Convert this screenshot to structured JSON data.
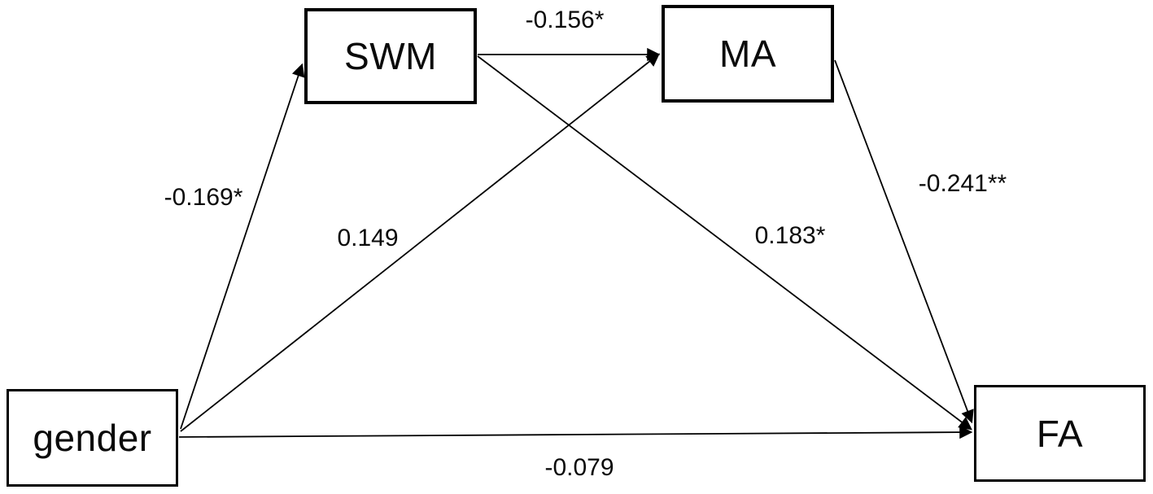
{
  "diagram": {
    "nodes": {
      "gender": {
        "label": "gender"
      },
      "swm": {
        "label": "SWM"
      },
      "ma": {
        "label": "MA"
      },
      "fa": {
        "label": "FA"
      }
    },
    "edges": {
      "gender_swm": {
        "from": "gender",
        "to": "SWM",
        "label": "-0.169*"
      },
      "swm_ma": {
        "from": "SWM",
        "to": "MA",
        "label": "-0.156*"
      },
      "gender_ma": {
        "from": "gender",
        "to": "MA",
        "label": "0.149"
      },
      "swm_fa": {
        "from": "SWM",
        "to": "FA",
        "label": "0.183*"
      },
      "ma_fa": {
        "from": "MA",
        "to": "FA",
        "label": "-0.241**"
      },
      "gender_fa": {
        "from": "gender",
        "to": "FA",
        "label": "-0.079"
      }
    },
    "colors": {
      "line": "#000000",
      "text": "#0a0a0a",
      "background": "#ffffff"
    }
  }
}
